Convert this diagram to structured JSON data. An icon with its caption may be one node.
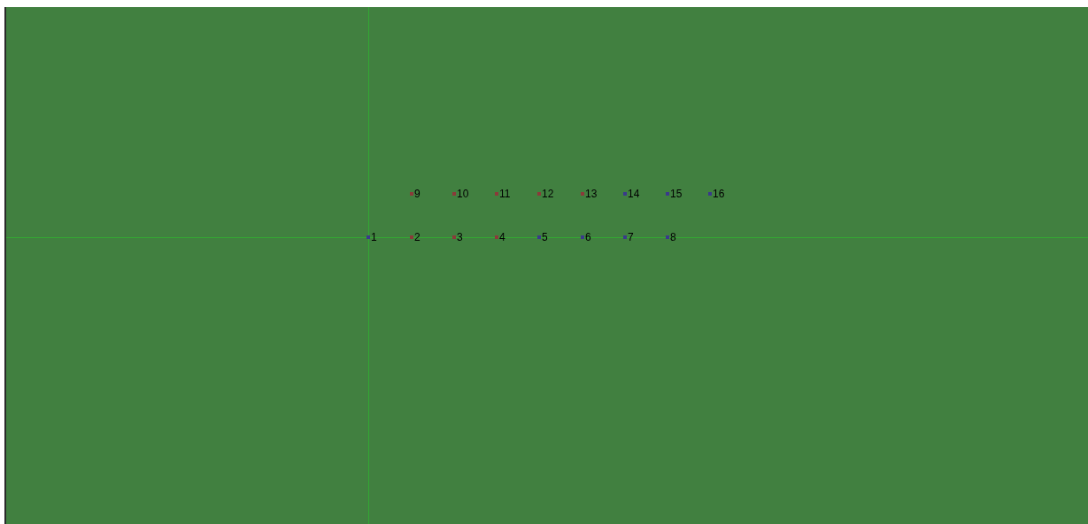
{
  "diagram": {
    "nodes": [
      {
        "text": [
          "1"
        ]
      },
      {
        "text": [
          "2"
        ]
      },
      {
        "text": [
          "3"
        ]
      },
      {
        "text": [
          "4"
        ]
      },
      {
        "text": [
          "5"
        ]
      },
      {
        "text": [
          "6"
        ]
      },
      {
        "text": [
          "7"
        ]
      },
      {
        "text": [
          "8"
        ]
      },
      {
        "text": [
          "9"
        ]
      },
      {
        "text": [
          "10"
        ]
      },
      {
        "text": [
          "11"
        ]
      },
      {
        "text": [
          "12"
        ]
      },
      {
        "text": [
          "13"
        ]
      },
      {
        "text": [
          "14"
        ]
      },
      {
        "text": [
          "15"
        ]
      },
      {
        "text": [
          "16"
        ]
      }
    ]
  }
}
